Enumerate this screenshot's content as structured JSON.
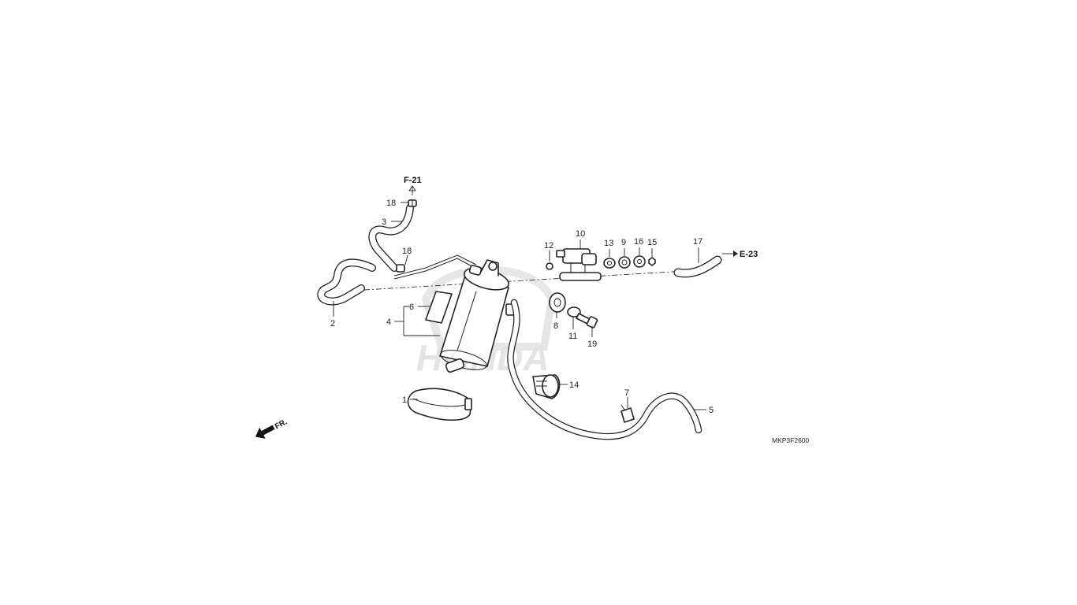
{
  "diagram": {
    "watermark": "HONDA",
    "drawing_code": "MKP3F2600",
    "front_label": "FR.",
    "references": {
      "f21": "F-21",
      "e23": "E-23"
    },
    "callouts": {
      "c1": "1",
      "c2": "2",
      "c3": "3",
      "c4": "4",
      "c5": "5",
      "c6": "6",
      "c7": "7",
      "c8": "8",
      "c9": "9",
      "c10": "10",
      "c11": "11",
      "c12": "12",
      "c13": "13",
      "c14": "14",
      "c15": "15",
      "c16": "16",
      "c17": "17",
      "c18a": "18",
      "c18b": "18",
      "c19": "19"
    }
  }
}
